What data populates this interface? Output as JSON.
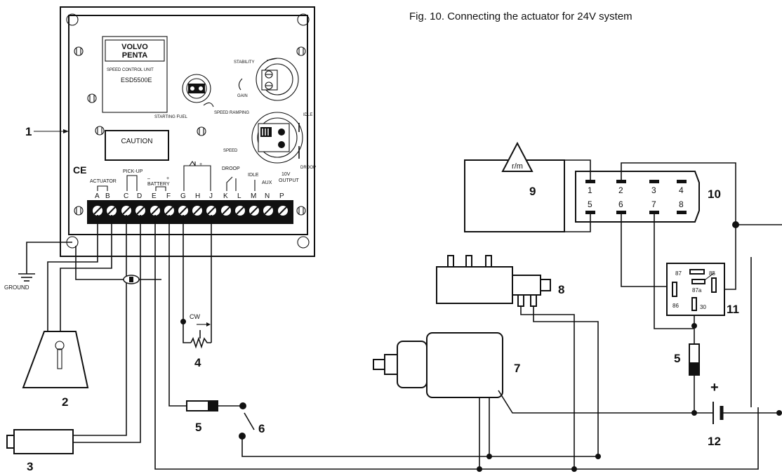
{
  "caption": "Fig. 10. Connecting the actuator for 24V system",
  "controller": {
    "brand_line1": "VOLVO",
    "brand_line2": "PENTA",
    "subtitle": "SPEED CONTROL UNIT",
    "model": "ESD5500E",
    "caution": "CAUTION",
    "ce_mark": "CE",
    "stability": "STABILITY",
    "gain": "GAIN",
    "starting_fuel": "STARTING FUEL",
    "speed_ramping": "SPEED RAMPING",
    "idle": "IDLE",
    "speed": "SPEED",
    "droop": "DROOP",
    "group_actuator": "ACTUATOR",
    "group_pickup": "PICK-UP",
    "group_battery": "BATTERY",
    "battery_minus": "–",
    "battery_plus": "+",
    "group_droop": "DROOP",
    "group_idle": "IDLE",
    "group_aux": "AUX",
    "group_10v_line1": "10V",
    "group_10v_line2": "OUTPUT",
    "terminals": [
      "A",
      "B",
      "C",
      "D",
      "E",
      "F",
      "G",
      "H",
      "J",
      "K",
      "L",
      "M",
      "N",
      "P"
    ]
  },
  "ground_label": "GROUND",
  "cw_label": "CW",
  "rpm_symbol": "r/m",
  "relay10_pins": [
    "1",
    "2",
    "3",
    "4",
    "5",
    "6",
    "7",
    "8"
  ],
  "relay11_pins": [
    "87",
    "85",
    "87a",
    "86",
    "30"
  ],
  "battery_plus_sign": "+",
  "callouts": {
    "n1": "1",
    "n2": "2",
    "n3": "3",
    "n4": "4",
    "n5a": "5",
    "n5b": "5",
    "n6": "6",
    "n7": "7",
    "n8": "8",
    "n9": "9",
    "n10": "10",
    "n11": "11",
    "n12": "12"
  }
}
